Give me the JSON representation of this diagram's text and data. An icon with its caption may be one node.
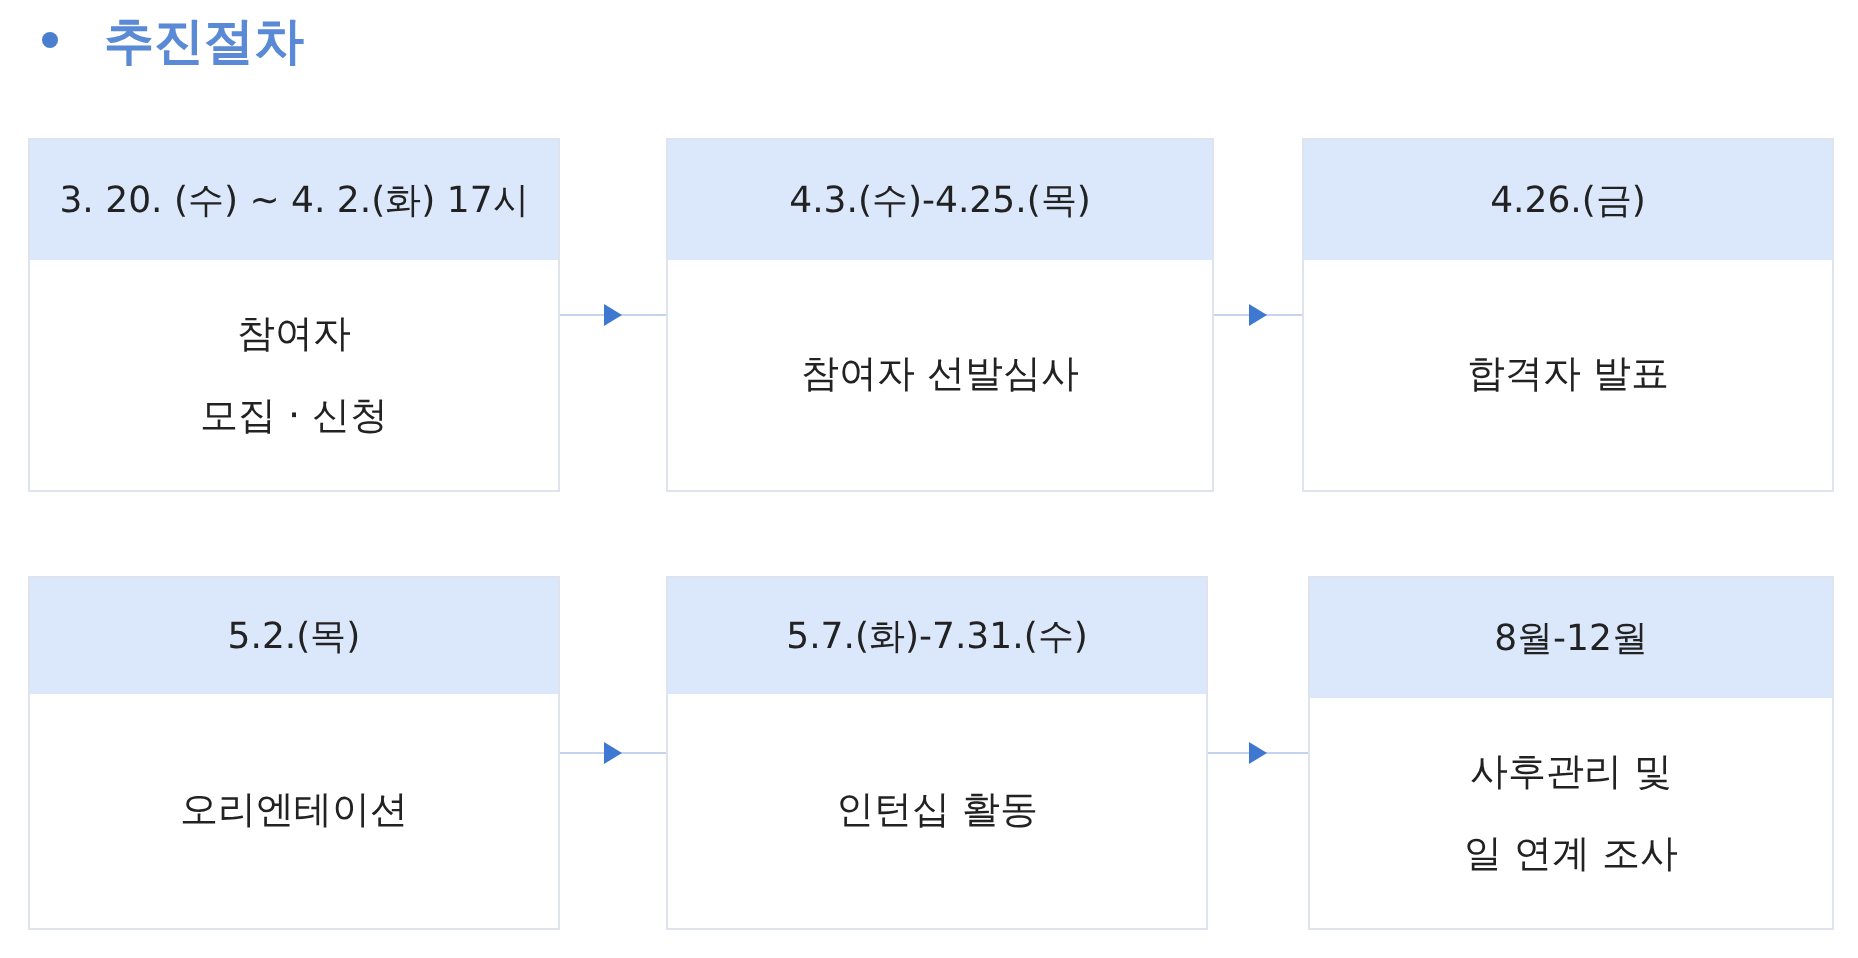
{
  "diagram": {
    "title": "추진절차",
    "nodes": [
      {
        "text": [
          "3. 20. (수) ~ 4. 2.(화) 17시",
          "참여자 모집 · 신청"
        ]
      },
      {
        "text": [
          "4.3.(수)-4.25.(목)",
          "참여자 선발심사"
        ]
      },
      {
        "text": [
          "4.26.(금)",
          "합격자 발표"
        ]
      },
      {
        "text": [
          "5.2.(목)",
          "오리엔테이션"
        ]
      },
      {
        "text": [
          "5.7.(화)-7.31.(수)",
          "인턴십 활동"
        ]
      },
      {
        "text": [
          "8월-12월",
          "사후관리 및 일 연계 조사"
        ]
      }
    ],
    "edges": [
      {
        "from": 0,
        "to": 1,
        "arrow": "to"
      },
      {
        "from": 1,
        "to": 2,
        "arrow": "to"
      },
      {
        "from": 3,
        "to": 4,
        "arrow": "to"
      },
      {
        "from": 4,
        "to": 5,
        "arrow": "to"
      }
    ]
  }
}
